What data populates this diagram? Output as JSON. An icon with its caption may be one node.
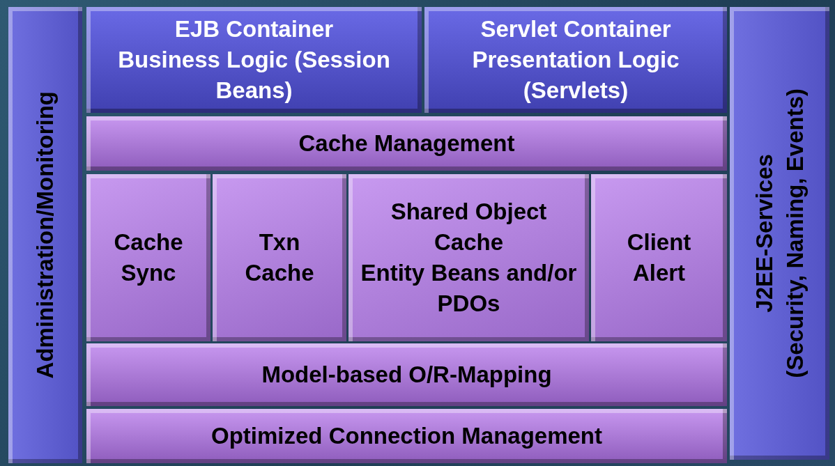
{
  "diagram": {
    "nodes": [
      {
        "text": [
          "Administration/Monitoring"
        ]
      },
      {
        "text": [
          "EJB Container",
          "Business Logic (Session Beans)"
        ]
      },
      {
        "text": [
          "Servlet Container",
          "Presentation Logic (Servlets)"
        ]
      },
      {
        "text": [
          "Cache Management"
        ]
      },
      {
        "text": [
          "Cache Sync"
        ]
      },
      {
        "text": [
          "Txn Cache"
        ]
      },
      {
        "text": [
          "Shared Object Cache",
          "Entity Beans and/or PDOs"
        ]
      },
      {
        "text": [
          "Client Alert"
        ]
      },
      {
        "text": [
          "Model-based O/R-Mapping"
        ]
      },
      {
        "text": [
          "Optimized Connection Management"
        ]
      },
      {
        "text": [
          "J2EE-Services",
          "(Security, Naming, Events)"
        ]
      }
    ],
    "edges": []
  }
}
